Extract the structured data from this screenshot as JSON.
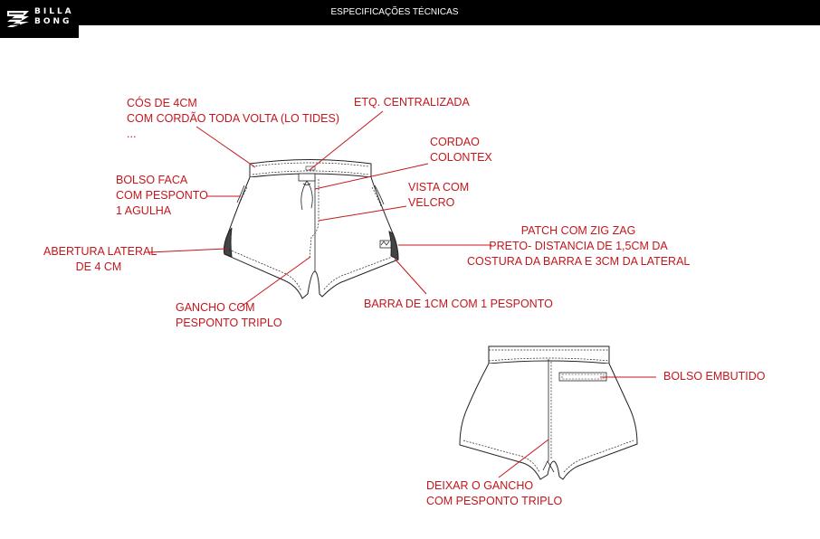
{
  "header": {
    "title": "ESPECIFICAÇÕES TÉCNICAS",
    "logo_line1": "BILLA",
    "logo_line2": "BONG",
    "background": "#000000"
  },
  "annotation_color": "#c4161c",
  "front_view": {
    "annotations": {
      "waistband": "CÓS DE 4CM\nCOM CORDÃO TODA VOLTA (LO TIDES)\n...",
      "label": "ETQ. CENTRALIZADA",
      "cord": "CORDAO\nCOLONTEX",
      "pocket": "BOLSO FACA\nCOM PESPONTO\n1 AGULHA",
      "fly": "VISTA COM\nVELCRO",
      "side_opening": "ABERTURA LATERAL\nDE 4 CM",
      "patch": "PATCH COM ZIG ZAG\nPRETO- DISTANCIA DE 1,5CM DA\nCOSTURA DA BARRA E 3CM DA LATERAL",
      "crotch": "GANCHO COM\nPESPONTO TRIPLO",
      "hem": "BARRA DE 1CM COM 1 PESPONTO"
    }
  },
  "back_view": {
    "annotations": {
      "pocket": "BOLSO EMBUTIDO",
      "crotch": "DEIXAR O GANCHO\nCOM PESPONTO TRIPLO"
    }
  }
}
